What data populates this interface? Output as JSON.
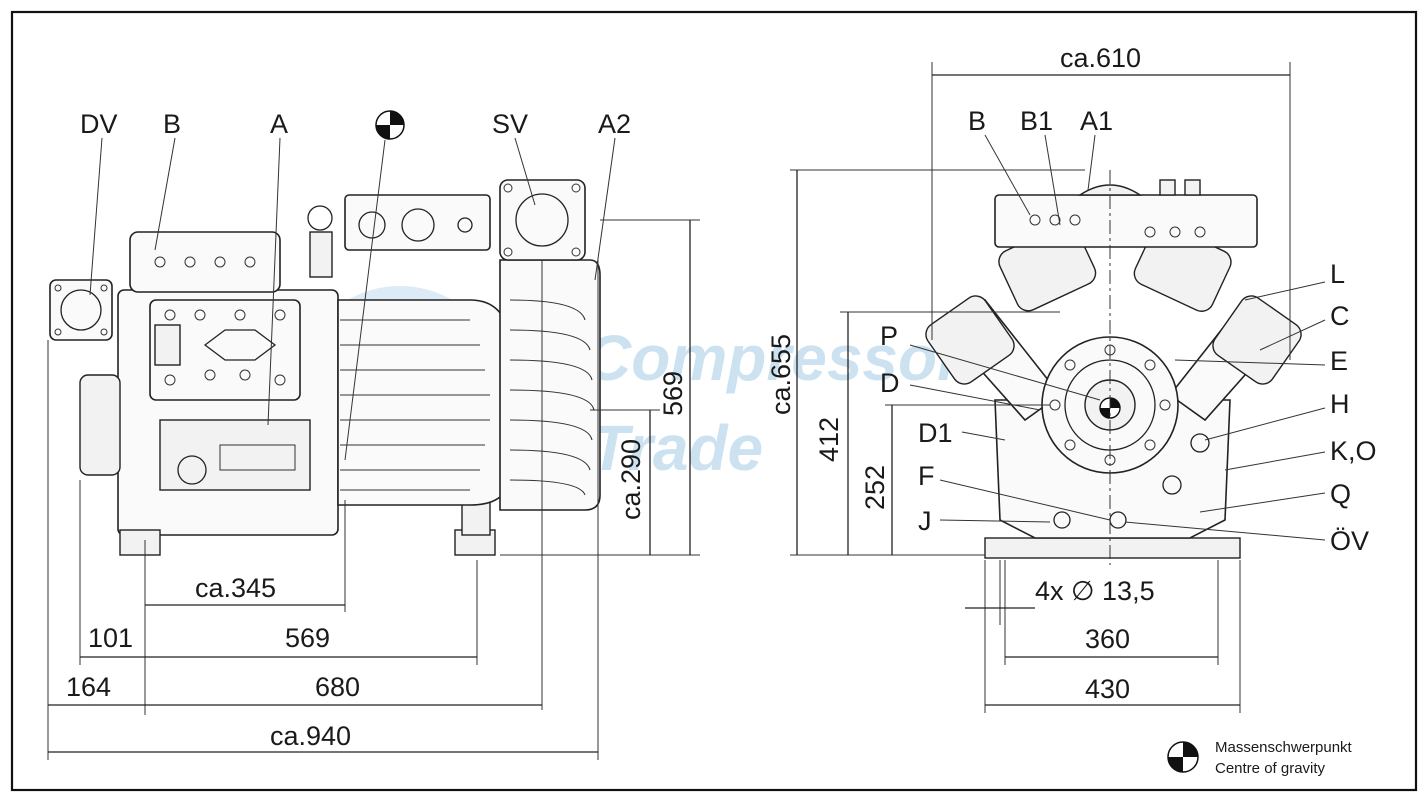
{
  "side_view": {
    "callouts": [
      "DV",
      "B",
      "A",
      "SV",
      "A2"
    ],
    "dimensions": {
      "d_345": "ca.345",
      "d_101": "101",
      "d_569_h": "569",
      "d_164": "164",
      "d_680": "680",
      "d_940": "ca.940",
      "d_290": "ca.290",
      "d_569_v": "569"
    }
  },
  "front_view": {
    "callouts_top": [
      "B",
      "B1",
      "A1"
    ],
    "callouts_left": [
      "P",
      "D",
      "D1",
      "F",
      "J"
    ],
    "callouts_right": [
      "L",
      "C",
      "E",
      "H",
      "K,O",
      "Q",
      "ÖV"
    ],
    "dimensions": {
      "d_610": "ca.610",
      "d_655": "ca.655",
      "d_412": "412",
      "d_252": "252",
      "d_holes": "4x ∅ 13,5",
      "d_360": "360",
      "d_430": "430"
    }
  },
  "watermark": {
    "line1": "Compressor",
    "line2": "Trade"
  },
  "legend": {
    "line1": "Massenschwerpunkt",
    "line2": "Centre of gravity",
    "symbol": "centre-of-gravity-symbol"
  }
}
